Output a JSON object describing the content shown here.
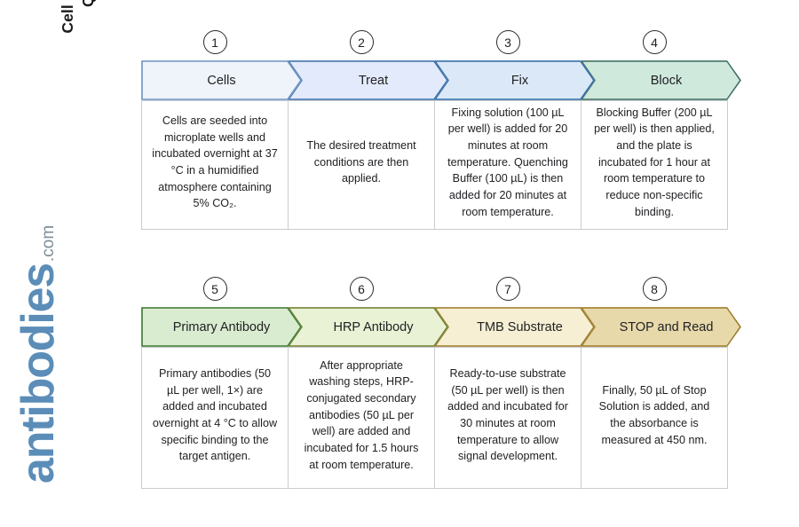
{
  "title": {
    "line1": "Cell Based ELISA Kits",
    "line2": "Quick Protocol"
  },
  "logo": {
    "name": "antibodies",
    "tld": ".com",
    "color": "#5b8db8"
  },
  "rows": [
    {
      "steps": [
        {
          "number": "1",
          "label": "Cells",
          "description": "Cells are seeded into microplate wells and incubated overnight at 37 °C in a humidified atmosphere containing 5% CO₂.",
          "fill": "#eff4fb",
          "stroke": "#6e93bf"
        },
        {
          "number": "2",
          "label": "Treat",
          "description": "The desired treatment conditions are then applied.",
          "fill": "#e3eafc",
          "stroke": "#3b6fa8"
        },
        {
          "number": "3",
          "label": "Fix",
          "description": "Fixing solution (100 µL per well) is added for 20 minutes at room temperature. Quenching Buffer (100 µL) is then added for 20 minutes at room temperature.",
          "fill": "#dbe8f7",
          "stroke": "#2f6ba3"
        },
        {
          "number": "4",
          "label": "Block",
          "description": "Blocking Buffer (200 µL per well) is then applied, and the plate is incubated for 1 hour at room temperature to reduce non-specific binding.",
          "fill": "#cfe9dd",
          "stroke": "#3d6b60"
        }
      ]
    },
    {
      "steps": [
        {
          "number": "5",
          "label": "Primary Antibody",
          "description": "Primary antibodies (50 µL per well, 1×) are added and incubated overnight at 4 °C to allow specific binding to the target antigen.",
          "fill": "#d9ecd0",
          "stroke": "#3f7a33"
        },
        {
          "number": "6",
          "label": "HRP Antibody",
          "description": "After appropriate washing steps, HRP-conjugated secondary antibodies (50 µL per well) are added and incubated for 1.5 hours at room temperature.",
          "fill": "#e9f2d5",
          "stroke": "#6e7a2c"
        },
        {
          "number": "7",
          "label": "TMB Substrate",
          "description": "Ready-to-use substrate (50 µL per well) is then added and incubated for 30 minutes at room temperature to allow signal development.",
          "fill": "#f6efd3",
          "stroke": "#9a7c2b"
        },
        {
          "number": "8",
          "label": "STOP and Read",
          "description": "Finally, 50 µL of Stop Solution is added, and the absorbance is measured at 450 nm.",
          "fill": "#e8d9ab",
          "stroke": "#9a7c2b"
        }
      ]
    }
  ]
}
